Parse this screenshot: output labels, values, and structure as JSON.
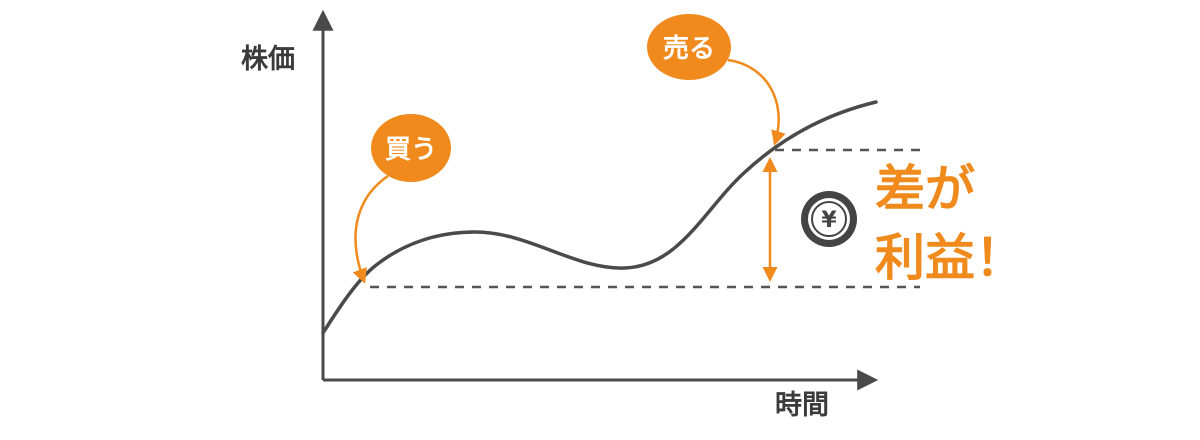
{
  "axes": {
    "y_label": "株価",
    "x_label": "時間"
  },
  "annotations": {
    "buy_label": "買う",
    "sell_label": "売る",
    "profit_line1": "差が",
    "profit_line2": "利益！",
    "coin_symbol": "¥",
    "coin_icon": "yen-coin-icon"
  },
  "colors": {
    "accent": "#f08a1c",
    "axis": "#4a4a4a",
    "curve": "#4a4a4a",
    "dashed": "#555555",
    "coin": "#444444"
  }
}
